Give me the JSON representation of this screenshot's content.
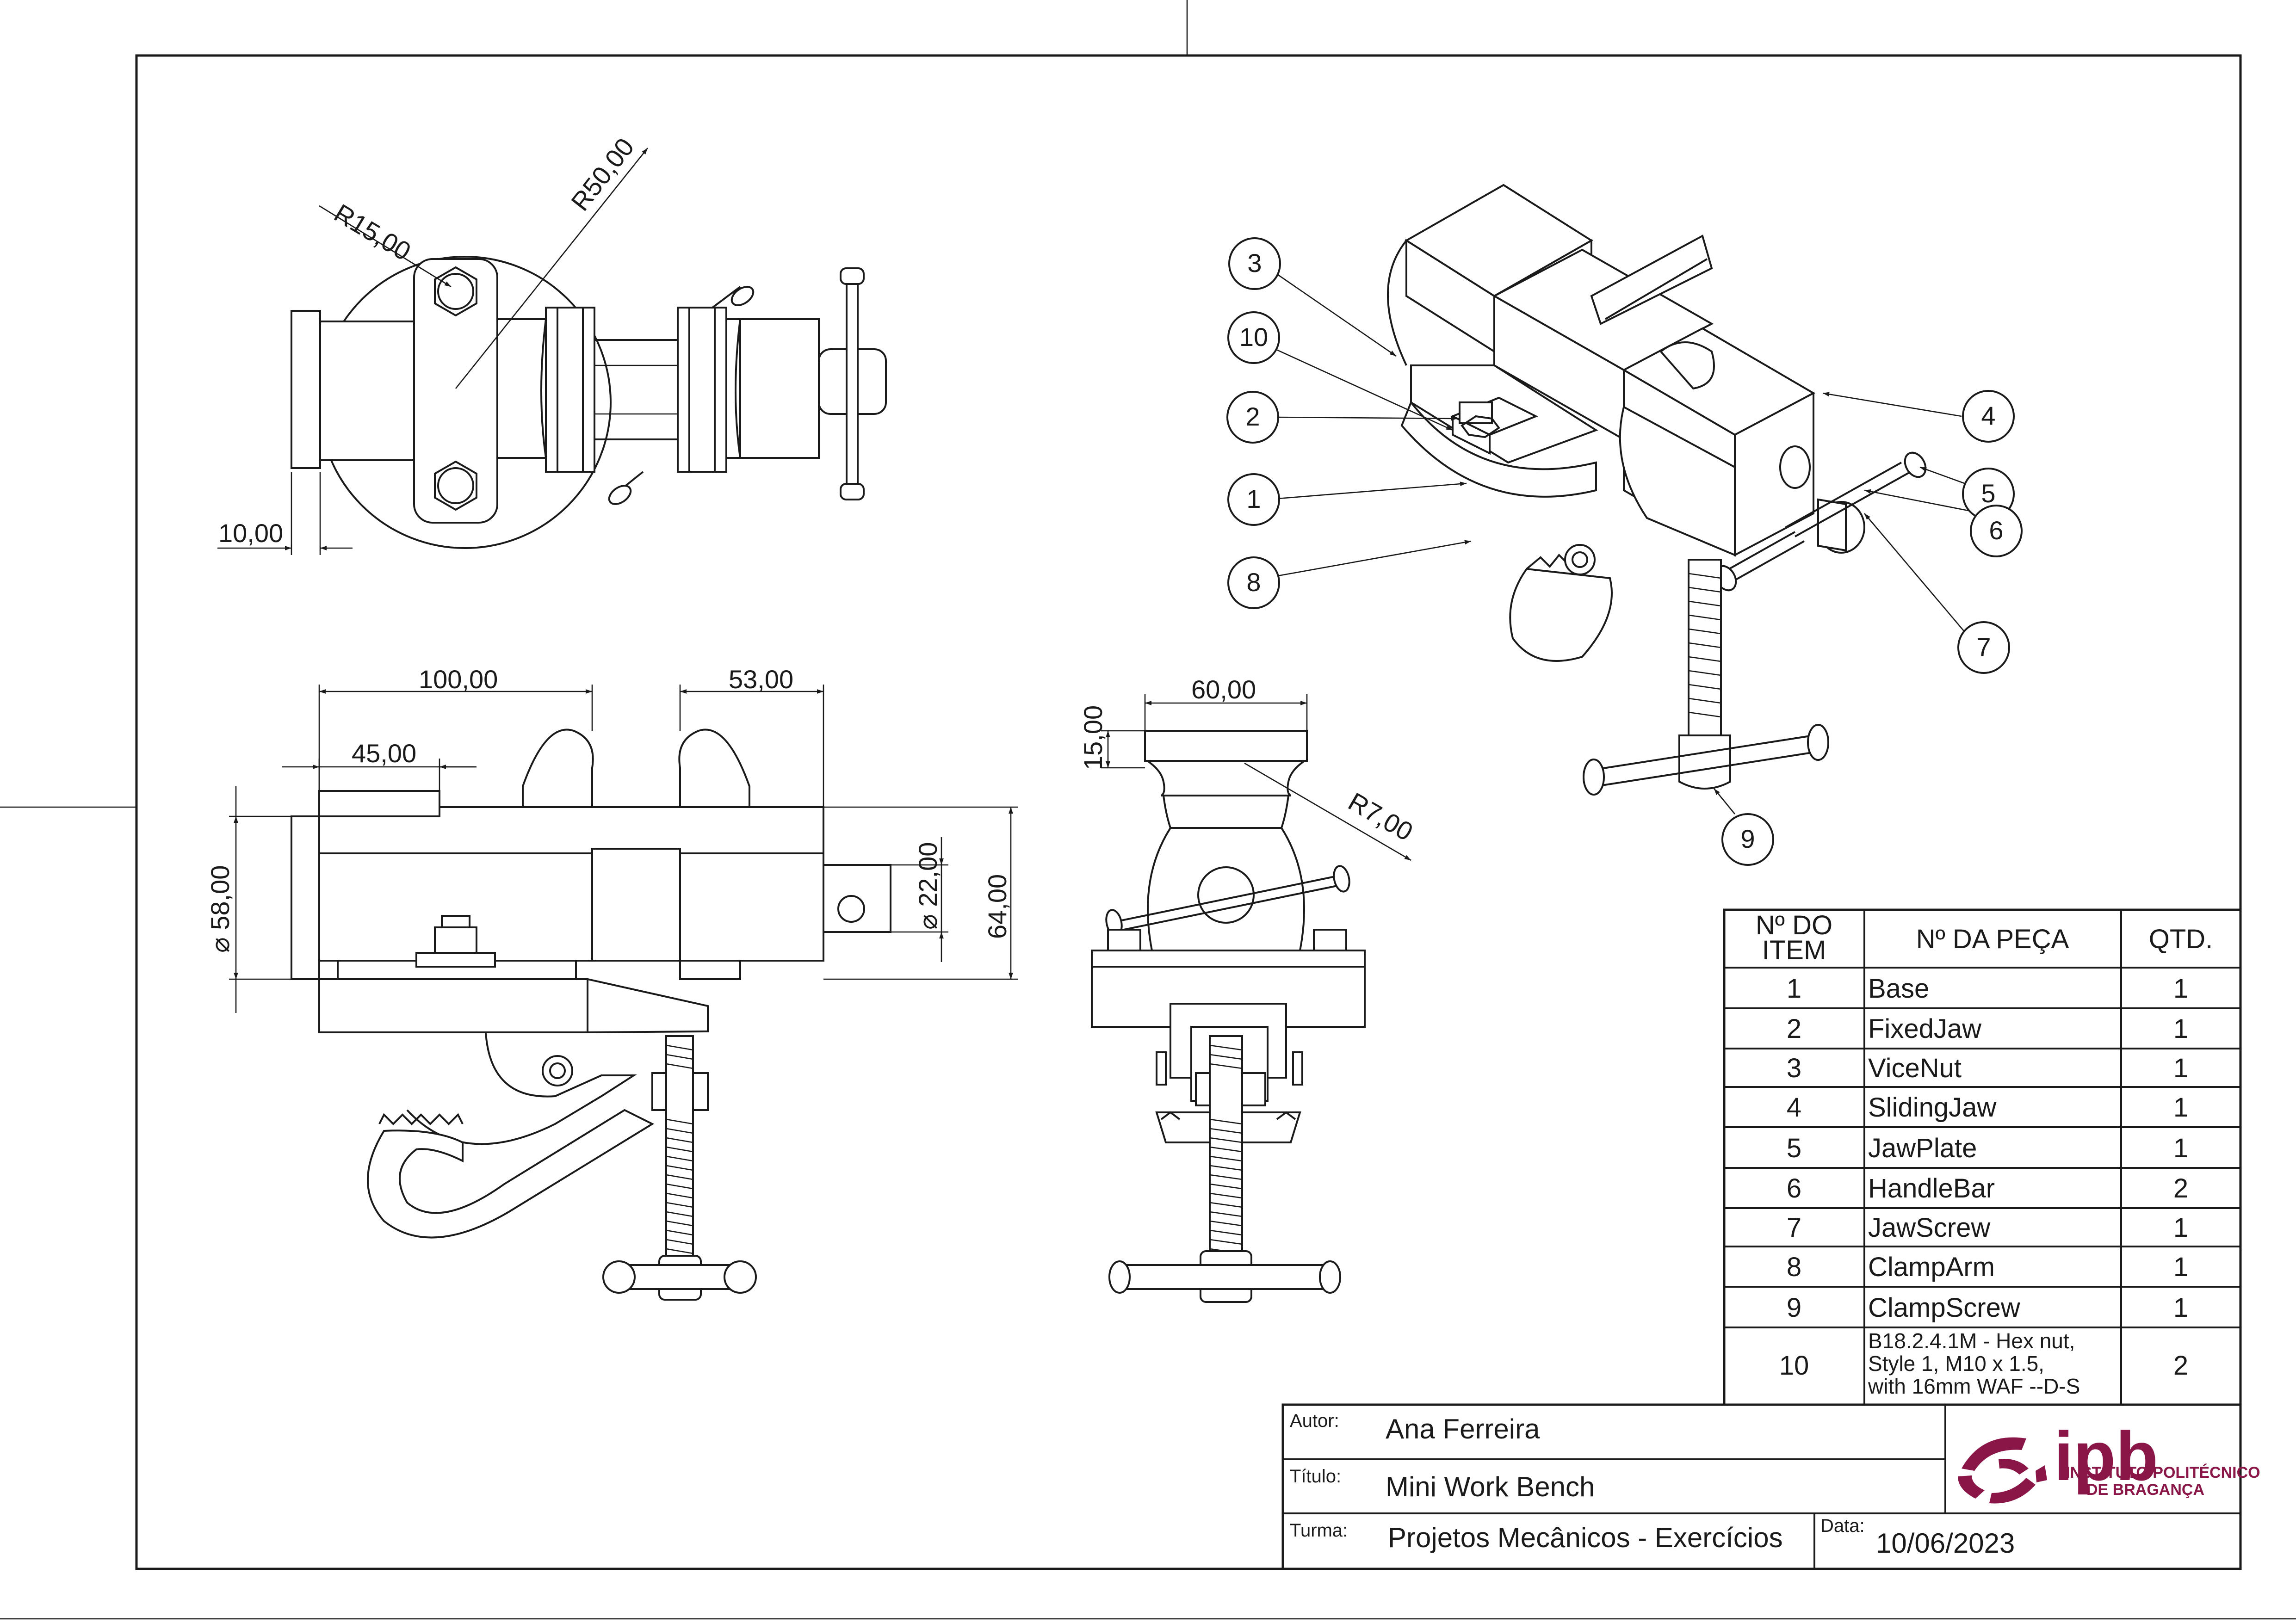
{
  "dimensions": {
    "top_view": {
      "r15": "R15,00",
      "r50": "R50,00",
      "d10": "10,00"
    },
    "front_view": {
      "d100": "100,00",
      "d53": "53,00",
      "d45": "45,00",
      "dia58": "⌀ 58,00",
      "dia22": "⌀ 22,00",
      "d64": "64,00"
    },
    "side_view": {
      "d60": "60,00",
      "d15": "15,00",
      "r7": "R7,00"
    }
  },
  "balloons": [
    "1",
    "2",
    "3",
    "4",
    "5",
    "6",
    "7",
    "8",
    "9",
    "10"
  ],
  "bom": {
    "headers": {
      "item": "Nº DO ITEM",
      "item_line1": "Nº DO",
      "item_line2": "ITEM",
      "part": "Nº DA PEÇA",
      "qty": "QTD."
    },
    "rows": [
      {
        "item": "1",
        "part": "Base",
        "qty": "1"
      },
      {
        "item": "2",
        "part": "FixedJaw",
        "qty": "1"
      },
      {
        "item": "3",
        "part": "ViceNut",
        "qty": "1"
      },
      {
        "item": "4",
        "part": "SlidingJaw",
        "qty": "1"
      },
      {
        "item": "5",
        "part": "JawPlate",
        "qty": "1"
      },
      {
        "item": "6",
        "part": "HandleBar",
        "qty": "2"
      },
      {
        "item": "7",
        "part": "JawScrew",
        "qty": "1"
      },
      {
        "item": "8",
        "part": "ClampArm",
        "qty": "1"
      },
      {
        "item": "9",
        "part": "ClampScrew",
        "qty": "1"
      },
      {
        "item": "10",
        "part_lines": [
          "B18.2.4.1M - Hex nut,",
          "Style 1,  M10 x 1.5,",
          "with 16mm WAF --D-S"
        ],
        "qty": "2"
      }
    ]
  },
  "title_block": {
    "author_label": "Autor:",
    "author": "Ana Ferreira",
    "title_label": "Título:",
    "title": "Mini Work Bench",
    "class_label": "Turma:",
    "class": "Projetos Mecânicos - Exercícios",
    "date_label": "Data:",
    "date": "10/06/2023"
  },
  "logo": {
    "mark": "ipb",
    "line1": "INSTITUTO POLITÉCNICO",
    "line2": "DE BRAGANÇA",
    "color": "#8a1547"
  }
}
